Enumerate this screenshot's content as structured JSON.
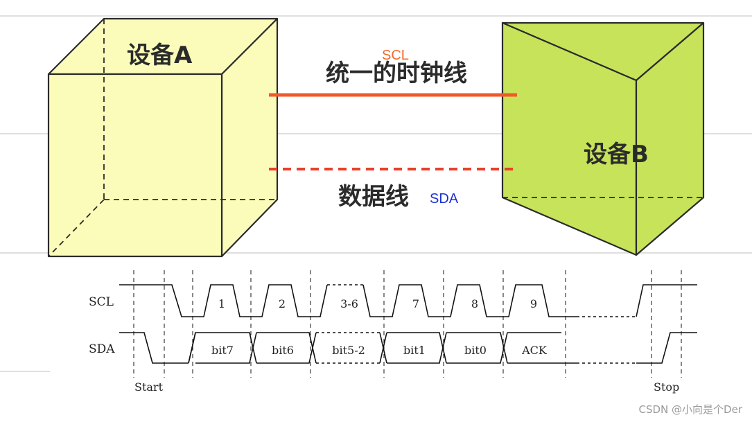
{
  "top": {
    "device_a": "设备A",
    "device_b": "设备B",
    "clock_line": "统一的时钟线",
    "clock_abbr": "SCL",
    "data_line": "数据线",
    "data_abbr": "SDA"
  },
  "timing": {
    "scl_label": "SCL",
    "sda_label": "SDA",
    "clock_numbers": [
      "1",
      "2",
      "3-6",
      "7",
      "8",
      "9"
    ],
    "bit_labels": [
      "bit7",
      "bit6",
      "bit5-2",
      "bit1",
      "bit0",
      "ACK"
    ],
    "start_label": "Start",
    "stop_label": "Stop"
  },
  "watermark": "CSDN @小向是个Der",
  "colors": {
    "cube_face": "#fbfcb9",
    "prism_face": "#c7e35a",
    "clock_line": "#f0582a",
    "data_line": "#e8402a",
    "scl_text": "#f06a2a",
    "sda_text": "#1a2fd6"
  }
}
